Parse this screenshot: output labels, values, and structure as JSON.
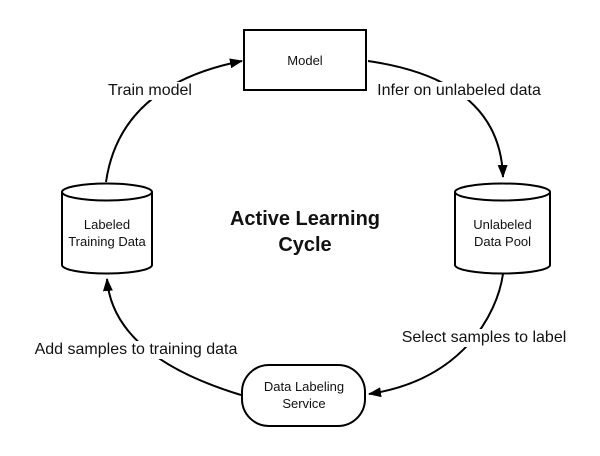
{
  "diagram": {
    "title": "Active Learning Cycle",
    "colors": {
      "background": "#ffffff",
      "stroke": "#000000",
      "text": "#111111"
    },
    "nodes": {
      "model": {
        "label": "Model",
        "shape": "rectangle"
      },
      "unlabeled_data_pool": {
        "label": "Unlabeled Data Pool",
        "shape": "cylinder"
      },
      "data_labeling_service": {
        "label": "Data Labeling Service",
        "shape": "rounded-rectangle"
      },
      "labeled_training_data": {
        "label": "Labeled Training Data",
        "shape": "cylinder"
      }
    },
    "edges": {
      "train": {
        "label": "Train model",
        "from": "labeled_training_data",
        "to": "model"
      },
      "infer": {
        "label": "Infer on unlabeled data",
        "from": "model",
        "to": "unlabeled_data_pool"
      },
      "select": {
        "label": "Select samples to label",
        "from": "unlabeled_data_pool",
        "to": "data_labeling_service"
      },
      "add": {
        "label": "Add samples to training data",
        "from": "data_labeling_service",
        "to": "labeled_training_data"
      }
    }
  }
}
